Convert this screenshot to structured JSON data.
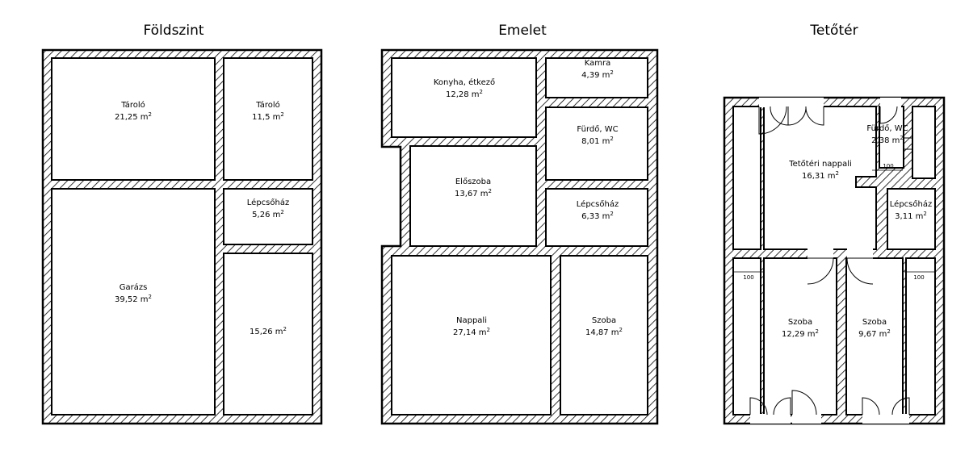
{
  "floors": [
    {
      "title": "Földszint",
      "rooms": [
        {
          "name": "Tároló",
          "area": "21,25 m",
          "sup": "2"
        },
        {
          "name": "Tároló",
          "area": "11,5 m",
          "sup": "2"
        },
        {
          "name": "Lépcsőház",
          "area": "5,26 m",
          "sup": "2"
        },
        {
          "name": "Garázs",
          "area": "39,52 m",
          "sup": "2"
        },
        {
          "name": "",
          "area": "15,26 m",
          "sup": "2"
        }
      ]
    },
    {
      "title": "Emelet",
      "rooms": [
        {
          "name": "Konyha, étkező",
          "area": "12,28 m",
          "sup": "2"
        },
        {
          "name": "Kamra",
          "area": "4,39 m",
          "sup": "2"
        },
        {
          "name": "Fürdő, WC",
          "area": "8,01 m",
          "sup": "2"
        },
        {
          "name": "Előszoba",
          "area": "13,67 m",
          "sup": "2"
        },
        {
          "name": "Lépcsőház",
          "area": "6,33 m",
          "sup": "2"
        },
        {
          "name": "Nappali",
          "area": "27,14 m",
          "sup": "2"
        },
        {
          "name": "Szoba",
          "area": "14,87 m",
          "sup": "2"
        }
      ]
    },
    {
      "title": "Tetőtér",
      "rooms": [
        {
          "name": "Tetőtéri nappali",
          "area": "16,31 m",
          "sup": "2"
        },
        {
          "name": "Fürdő, WC",
          "area": "2,38 m",
          "sup": "2"
        },
        {
          "name": "Lépcsőház",
          "area": "3,11 m",
          "sup": "2"
        },
        {
          "name": "Szoba",
          "area": "12,29 m",
          "sup": "2"
        },
        {
          "name": "Szoba",
          "area": "9,67 m",
          "sup": "2"
        }
      ],
      "dimensions": [
        "100",
        "100",
        "100"
      ]
    }
  ]
}
